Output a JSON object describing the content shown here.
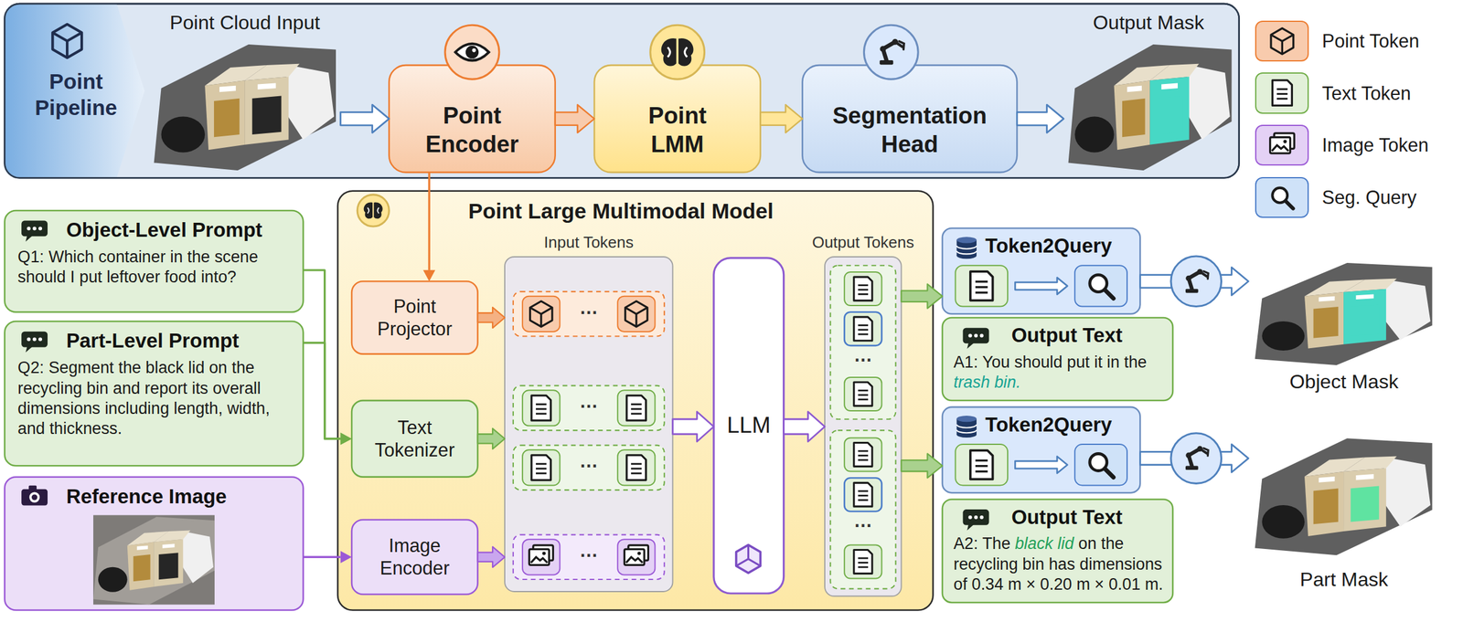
{
  "diagram": {
    "nodes": [
      {
        "text": [
          "Point Pipeline"
        ]
      },
      {
        "text": [
          "Point Cloud Input"
        ],
        "in": 0
      },
      {
        "text": [
          "Point Encoder"
        ],
        "in": 0
      },
      {
        "text": [
          "Point LMM"
        ],
        "in": 0
      },
      {
        "text": [
          "Segmentation Head"
        ],
        "in": 0
      },
      {
        "text": [
          "Output Mask"
        ],
        "in": 0
      },
      {
        "text": [
          "Object-Level Prompt",
          "Q1: Which container in the scene should I put leftover food into?"
        ]
      },
      {
        "text": [
          "Part-Level Prompt",
          "Q2: Segment the black lid on the recycling bin and report its overall dimensions including length, width, and thickness."
        ]
      },
      {
        "text": [
          "Reference Image"
        ]
      },
      {
        "text": [
          "Point Large Multimodal Model"
        ]
      },
      {
        "text": [
          "Point Projector"
        ],
        "in": 9
      },
      {
        "text": [
          "Text Tokenizer"
        ],
        "in": 9
      },
      {
        "text": [
          "Image Encoder"
        ],
        "in": 9
      },
      {
        "text": [
          "Input Tokens"
        ],
        "in": 9
      },
      {
        "text": [
          "LLM"
        ],
        "in": 9
      },
      {
        "text": [
          "Output Tokens"
        ],
        "in": 9
      },
      {
        "text": [
          "Token2Query"
        ]
      },
      {
        "text": [
          "Output Text",
          "A1: You should put it in the",
          "trash bin."
        ]
      },
      {
        "text": [
          "Object Mask"
        ]
      },
      {
        "text": [
          "Token2Query"
        ]
      },
      {
        "text": [
          "Output Text",
          "A2: The",
          "black lid",
          "on the recycling bin has dimensions of 0.34 m × 0.20 m × 0.01 m."
        ]
      },
      {
        "text": [
          "Part Mask"
        ]
      }
    ],
    "edges": [
      {
        "from": 1,
        "to": 2,
        "arrow": "to"
      },
      {
        "from": 2,
        "to": 3,
        "arrow": "to"
      },
      {
        "from": 3,
        "to": 4,
        "arrow": "to"
      },
      {
        "from": 4,
        "to": 5,
        "arrow": "to"
      },
      {
        "from": 2,
        "to": 10,
        "arrow": "to"
      },
      {
        "from": 6,
        "to": 11,
        "arrow": "to"
      },
      {
        "from": 7,
        "to": 11,
        "arrow": "to"
      },
      {
        "from": 8,
        "to": 12,
        "arrow": "to"
      },
      {
        "from": 10,
        "to": 13,
        "arrow": "to"
      },
      {
        "from": 11,
        "to": 13,
        "arrow": "to"
      },
      {
        "from": 12,
        "to": 13,
        "arrow": "to"
      },
      {
        "from": 13,
        "to": 14,
        "arrow": "to"
      },
      {
        "from": 14,
        "to": 15,
        "arrow": "to"
      },
      {
        "from": 15,
        "to": 16,
        "arrow": "to"
      },
      {
        "from": 15,
        "to": 19,
        "arrow": "to"
      },
      {
        "from": 16,
        "to": 18,
        "arrow": "to"
      },
      {
        "from": 19,
        "to": 21,
        "arrow": "to"
      }
    ],
    "labels": [
      "…",
      "…",
      "…",
      "…",
      "…",
      "…"
    ],
    "legend": [
      {
        "text": "Point Token",
        "color": "#f8cbad"
      },
      {
        "text": "Text Token",
        "color": "#e2f0d9"
      },
      {
        "text": "Image Token",
        "color": "#e4d1f5"
      },
      {
        "text": "Seg. Query",
        "color": "#cfe2f8"
      }
    ]
  }
}
